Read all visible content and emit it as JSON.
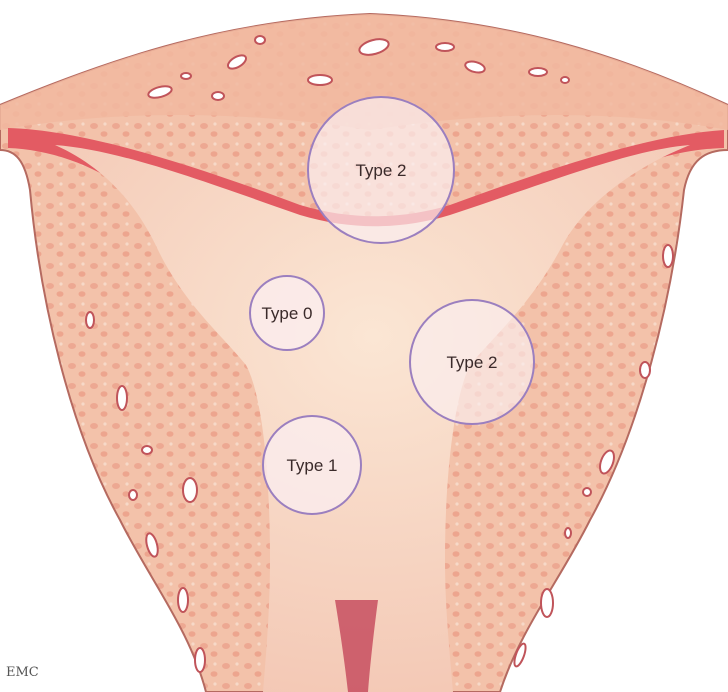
{
  "diagram": {
    "labels": {
      "top_type2": "Type 2",
      "type0": "Type 0",
      "right_type2": "Type 2",
      "type1": "Type 1"
    },
    "logo": "EMC"
  },
  "colors": {
    "outer_wall": "#f6d3bd",
    "myometrium": "#f1b7a0",
    "mucosa_line": "#d9525a",
    "cavity": "#f7dcc8",
    "circle_fill": "#fbeef0",
    "circle_stroke": "#9b7fbf",
    "outline": "#8a3a3a"
  }
}
